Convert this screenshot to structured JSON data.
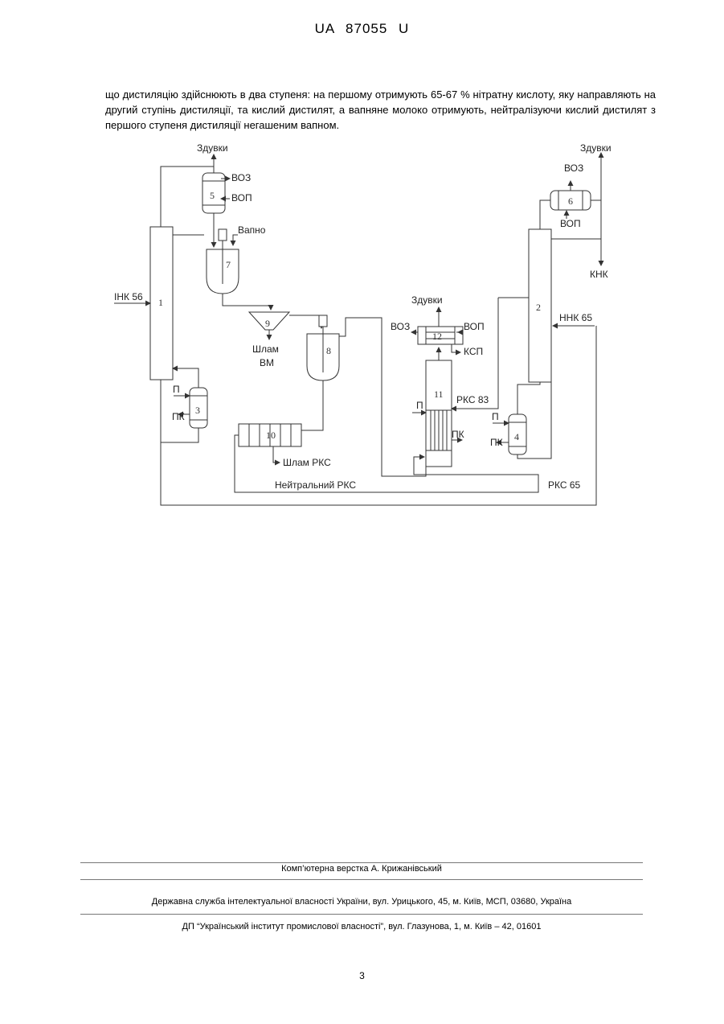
{
  "header": {
    "patent_id": "UA  87055  U"
  },
  "paragraph": "що дистиляцію здійснюють в два ступеня: на першому отримують 65-67 % нітратну кислоту, яку направляють на другий ступінь дистиляції, та кислий дистилят, а вапняне молоко отримують, нейтралізуючи кислий дистилят з першого ступеня дистиляції негашеним вапном.",
  "diagram": {
    "labels": {
      "zduvky_1": "Здувки",
      "zduvky_2": "Здувки",
      "zduvky_3": "Здувки",
      "voz_5": "ВОЗ",
      "vop_5": "ВОП",
      "vapno": "Вапно",
      "voz_6": "ВОЗ",
      "vop_6": "ВОП",
      "knk": "КНК",
      "ink56": "ІНК 56",
      "nnk65": "ННК 65",
      "voz_12": "ВОЗ",
      "vop_12": "ВОП",
      "ksp": "КСП",
      "shlam_vm_1": "Шлам",
      "shlam_vm_2": "ВМ",
      "rks83": "РКС 83",
      "p_3": "П",
      "pk_3": "ПК",
      "p_11": "П",
      "pk_11": "ПК",
      "p_4": "П",
      "pk_4": "ПК",
      "shlam_rks": "Шлам РКС",
      "neutral_rks": "Нейтральний РКС",
      "rks65": "РКС 65"
    },
    "numbers": [
      "1",
      "2",
      "3",
      "4",
      "5",
      "6",
      "7",
      "8",
      "9",
      "10",
      "11",
      "12"
    ]
  },
  "footer": {
    "composer": "Комп’ютерна верстка А. Крижанівський",
    "service": "Державна служба інтелектуальної власності України, вул. Урицького, 45, м. Київ, МСП, 03680, Україна",
    "institute": "ДП “Український інститут промислової власності”, вул. Глазунова, 1, м. Київ – 42, 01601"
  },
  "page_number": "3"
}
